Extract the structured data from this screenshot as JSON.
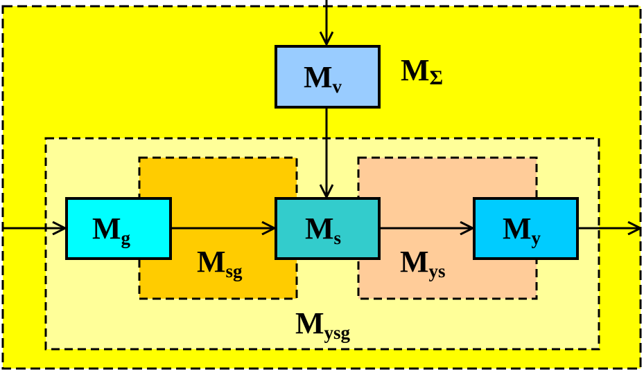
{
  "regions": {
    "outer": {
      "main": "M",
      "sub": "Σ",
      "fill": "#ffff00"
    },
    "ysg": {
      "main": "M",
      "sub": "ysg",
      "fill": "#ffff99"
    },
    "sg": {
      "main": "M",
      "sub": "sg",
      "fill": "#ffcc00"
    },
    "ys": {
      "main": "M",
      "sub": "ys",
      "fill": "#ffcc99"
    }
  },
  "blocks": {
    "v": {
      "main": "M",
      "sub": "v",
      "fill": "#99ccff"
    },
    "g": {
      "main": "M",
      "sub": "g",
      "fill": "#00ffff"
    },
    "s": {
      "main": "M",
      "sub": "s",
      "fill": "#33cccc"
    },
    "y": {
      "main": "M",
      "sub": "y",
      "fill": "#00ccff"
    }
  },
  "colors": {
    "stroke": "#000000",
    "dash": "#000000"
  }
}
